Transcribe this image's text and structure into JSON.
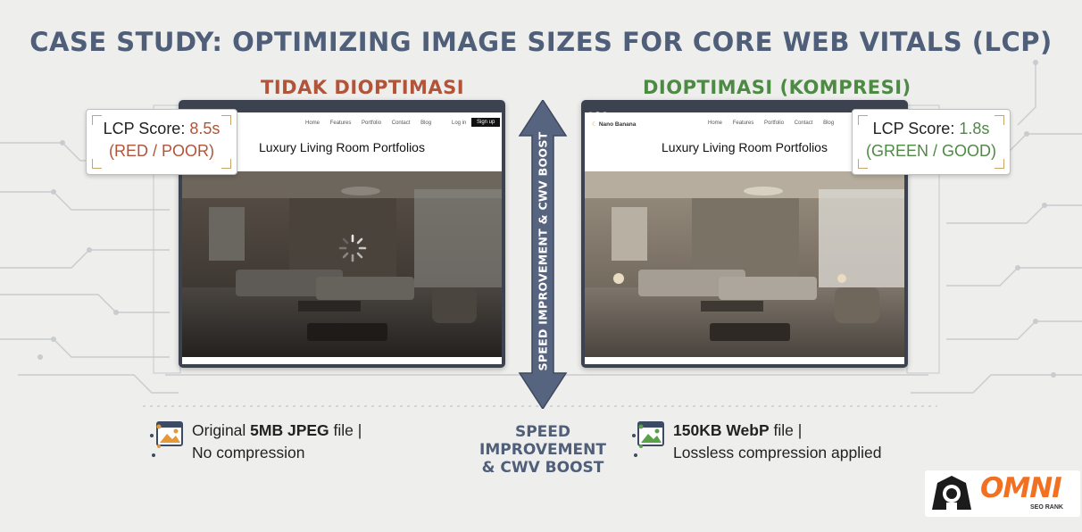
{
  "title": "CASE STUDY: OPTIMIZING IMAGE SIZES FOR CORE WEB VITALS (LCP)",
  "left": {
    "heading": "TIDAK DIOPTIMASI",
    "lcp_label": "LCP Score:",
    "lcp_value": "8.5s",
    "lcp_rating": "(RED / POOR)",
    "nav_links": [
      "Home",
      "Features",
      "Portfolio",
      "Contact",
      "Blog"
    ],
    "login": "Log in",
    "signup": "Sign up",
    "page_heading": "Luxury Living Room Portfolios",
    "file_prefix": "Original ",
    "file_bold": "5MB JPEG",
    "file_suffix": " file |",
    "file_line2": "No compression"
  },
  "right": {
    "heading": "DIOPTIMASI (KOMPRESI)",
    "lcp_label": "LCP Score:",
    "lcp_value": "1.8s",
    "lcp_rating": "(GREEN / GOOD)",
    "logo": "Nano Banana",
    "nav_links": [
      "Home",
      "Features",
      "Portfolio",
      "Contact",
      "Blog"
    ],
    "page_heading": "Luxury Living Room Portfolios",
    "file_bold": "150KB WebP",
    "file_suffix": " file |",
    "file_line2": "Lossless compression applied"
  },
  "arrow_label": "SPEED IMPROVEMENT & CWV BOOST",
  "speed_caption": [
    "SPEED",
    "IMPROVEMENT",
    "& CWV BOOST"
  ],
  "brand": {
    "name": "OMNI",
    "tagline": "SEO RANK"
  },
  "colors": {
    "title": "#4f5f7a",
    "poor": "#b25439",
    "good": "#4d8a43",
    "arrow": "#56647f",
    "brand": "#f2701f"
  }
}
